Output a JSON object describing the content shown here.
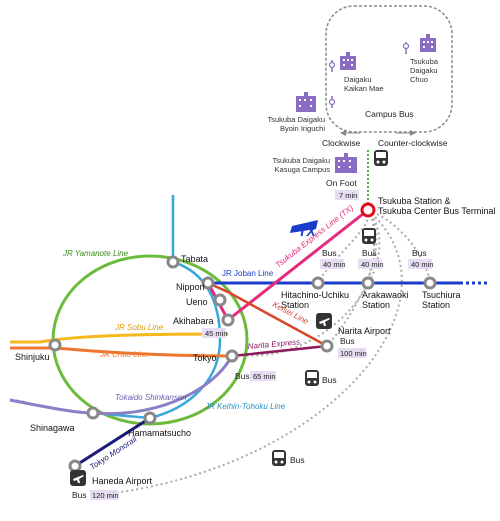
{
  "colors": {
    "yamanote": "#6cbb3c",
    "keihin": "#3aa7dc",
    "joban": "#1a3ec9",
    "tx": "#e8287c",
    "sobu": "#f6b81c",
    "chuo": "#ee7730",
    "shinkansen": "#8b80c8",
    "keisei": "#d6462b",
    "narita_ex": "#8c1c5c",
    "monorail": "#1a1a7a",
    "bus_route": "#aaaaaa",
    "building": "#8a6cc4",
    "duration_tag": "#e7ddf2"
  },
  "campus": {
    "bus_label": "Campus Bus",
    "clockwise": "Clockwise",
    "counter_clockwise": "Counter-clockwise",
    "stops": {
      "kaikan": "Daigaku Kaikan Mae",
      "chuo": "Tsukuba Daigaku Chuo",
      "byoin": "Tsukuba Daigaku Byoin Iriguchi",
      "kasuga": "Tsukuba Daigaku Kasuga Campus"
    }
  },
  "on_foot": {
    "label": "On Foot",
    "time": "7 min"
  },
  "tsukuba_station": "Tsukuba Station & Tsukuba Center Bus Terminal",
  "tx_logo": "TX",
  "lines": {
    "yamanote": "JR Yamanote Line",
    "joban": "JR Joban Line",
    "tx": "Tsukuba Express Line (TX)",
    "sobu": "JR Sobu Line",
    "chuo": "JR Chuo Line",
    "keisei": "Keisei Line",
    "narita_express": "Narita Express",
    "shinkansen": "Tokaido Shinkansen",
    "keihin": "JR Keihin-Tohoku Line",
    "monorail": "Tokyo Monorail"
  },
  "stations": {
    "tabata": "Tabata",
    "nippori": "Nippori",
    "ueno": "Ueno",
    "akihabara": "Akihabara",
    "tokyo": "Tokyo",
    "shinjuku": "Shinjuku",
    "shinagawa": "Shinagawa",
    "hamamatsucho": "Hamamatsucho",
    "haneda": "Haneda Airport",
    "narita": "Narita Airport",
    "hitachino": "Hitachino-Uchiku Station",
    "arakawaoki": "Arakawaoki Station",
    "tsuchiura": "Tsuchiura Station"
  },
  "bus": {
    "word": "Bus",
    "hitachino_time": "40 min",
    "arakawaoki_time": "40 min",
    "tsuchiura_time": "40 min",
    "narita_time": "100 min",
    "tokyo_time": "65 min",
    "haneda_time": "120 min"
  },
  "akihabara_time": "45 min"
}
